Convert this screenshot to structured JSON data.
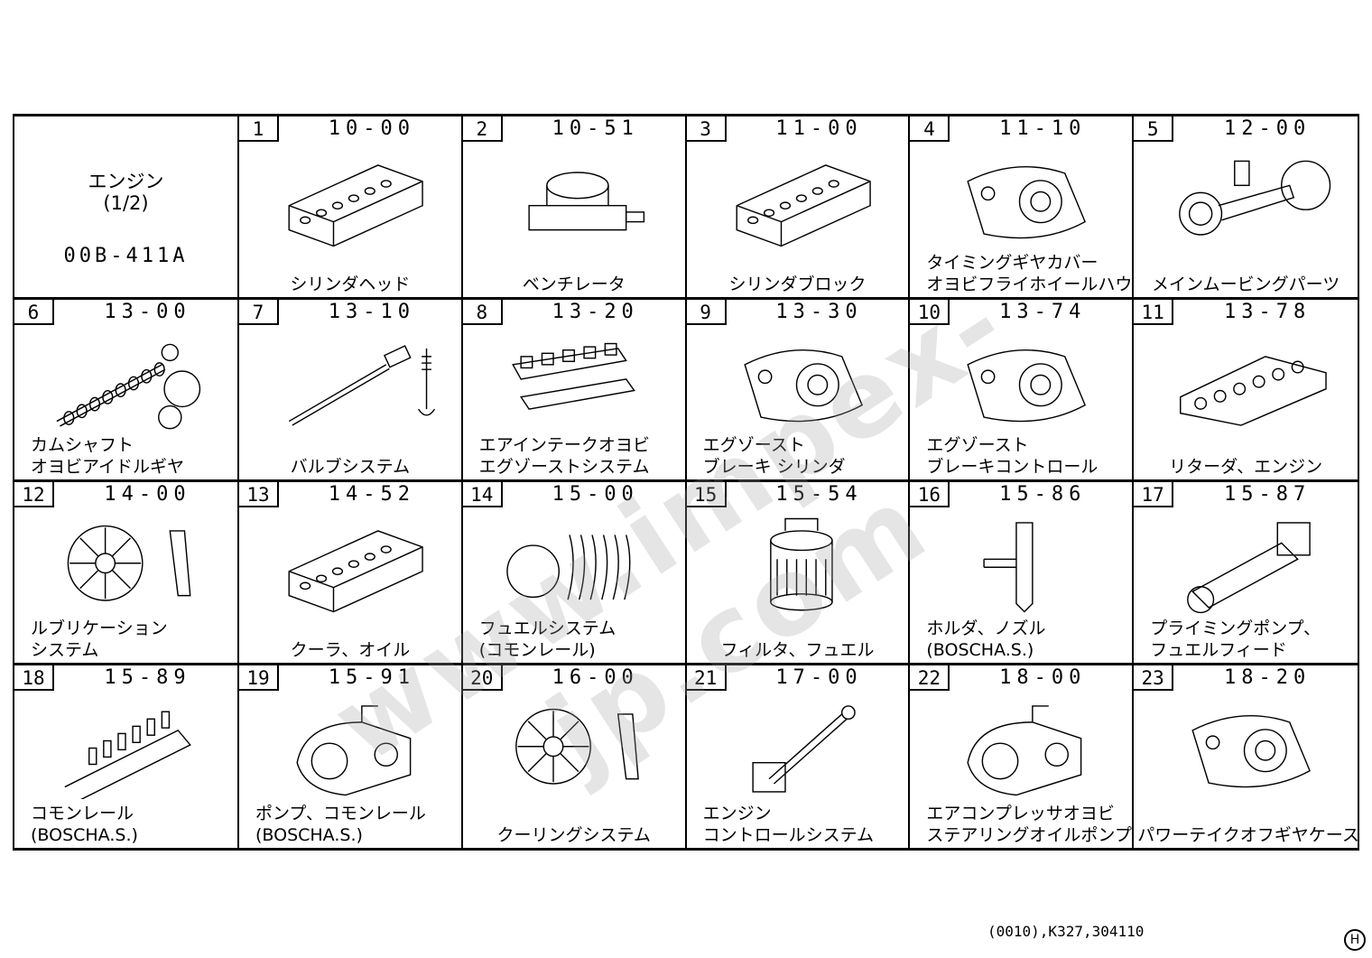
{
  "header": {
    "title_line1": "エンジン",
    "title_line2": "(1/2)",
    "doc_code": "00B-411A"
  },
  "cells": [
    {
      "num": "1",
      "code": "10-00",
      "lines": [
        "シリンダヘッド"
      ],
      "icon": "cylinder-head-icon"
    },
    {
      "num": "2",
      "code": "10-51",
      "lines": [
        "ベンチレータ"
      ],
      "icon": "ventilator-icon"
    },
    {
      "num": "3",
      "code": "11-00",
      "lines": [
        "シリンダブロック"
      ],
      "icon": "cylinder-block-icon"
    },
    {
      "num": "4",
      "code": "11-10",
      "lines": [
        "タイミングギヤカバー",
        "オヨビフライホイールハウジング"
      ],
      "icon": "timing-gear-cover-icon"
    },
    {
      "num": "5",
      "code": "12-00",
      "lines": [
        "メインムービングパーツ"
      ],
      "icon": "moving-parts-icon"
    },
    {
      "num": "6",
      "code": "13-00",
      "lines": [
        "カムシャフト",
        "オヨビアイドルギヤ"
      ],
      "icon": "camshaft-icon"
    },
    {
      "num": "7",
      "code": "13-10",
      "lines": [
        "バルブシステム"
      ],
      "icon": "valve-system-icon"
    },
    {
      "num": "8",
      "code": "13-20",
      "lines": [
        "エアインテークオヨビ",
        "エグゾーストシステム"
      ],
      "icon": "manifold-icon"
    },
    {
      "num": "9",
      "code": "13-30",
      "lines": [
        "エグゾースト",
        "ブレーキ シリンダ"
      ],
      "icon": "exhaust-brake-icon"
    },
    {
      "num": "10",
      "code": "13-74",
      "lines": [
        "エグゾースト",
        "ブレーキコントロール"
      ],
      "icon": "brake-control-icon"
    },
    {
      "num": "11",
      "code": "13-78",
      "lines": [
        "リターダ、エンジン"
      ],
      "icon": "retarder-icon"
    },
    {
      "num": "12",
      "code": "14-00",
      "lines": [
        "ルブリケーション",
        "システム"
      ],
      "icon": "lubrication-icon"
    },
    {
      "num": "13",
      "code": "14-52",
      "lines": [
        "クーラ、オイル"
      ],
      "icon": "oil-cooler-icon"
    },
    {
      "num": "14",
      "code": "15-00",
      "lines": [
        "フュエルシステム",
        "(コモンレール)"
      ],
      "icon": "fuel-system-icon"
    },
    {
      "num": "15",
      "code": "15-54",
      "lines": [
        "フィルタ、フュエル"
      ],
      "icon": "fuel-filter-icon"
    },
    {
      "num": "16",
      "code": "15-86",
      "lines": [
        "ホルダ、ノズル",
        "(BOSCHA.S.)"
      ],
      "icon": "nozzle-holder-icon"
    },
    {
      "num": "17",
      "code": "15-87",
      "lines": [
        "プライミングポンプ、",
        "フュエルフィード"
      ],
      "icon": "priming-pump-icon"
    },
    {
      "num": "18",
      "code": "15-89",
      "lines": [
        "コモンレール",
        "(BOSCHA.S.)"
      ],
      "icon": "common-rail-icon"
    },
    {
      "num": "19",
      "code": "15-91",
      "lines": [
        "ポンプ、コモンレール",
        "(BOSCHA.S.)"
      ],
      "icon": "rail-pump-icon"
    },
    {
      "num": "20",
      "code": "16-00",
      "lines": [
        "クーリングシステム"
      ],
      "icon": "cooling-fan-icon"
    },
    {
      "num": "21",
      "code": "17-00",
      "lines": [
        "エンジン",
        "コントロールシステム"
      ],
      "icon": "engine-control-icon"
    },
    {
      "num": "22",
      "code": "18-00",
      "lines": [
        "エアコンプレッサオヨビ",
        "ステアリングオイルポンプ"
      ],
      "icon": "compressor-icon"
    },
    {
      "num": "23",
      "code": "18-20",
      "lines": [
        "パワーテイクオフギヤケース"
      ],
      "icon": "pto-case-icon"
    }
  ],
  "watermark": "www.impex-jp.com",
  "footer": "(0010),K327,304110",
  "corner_mark": "H"
}
